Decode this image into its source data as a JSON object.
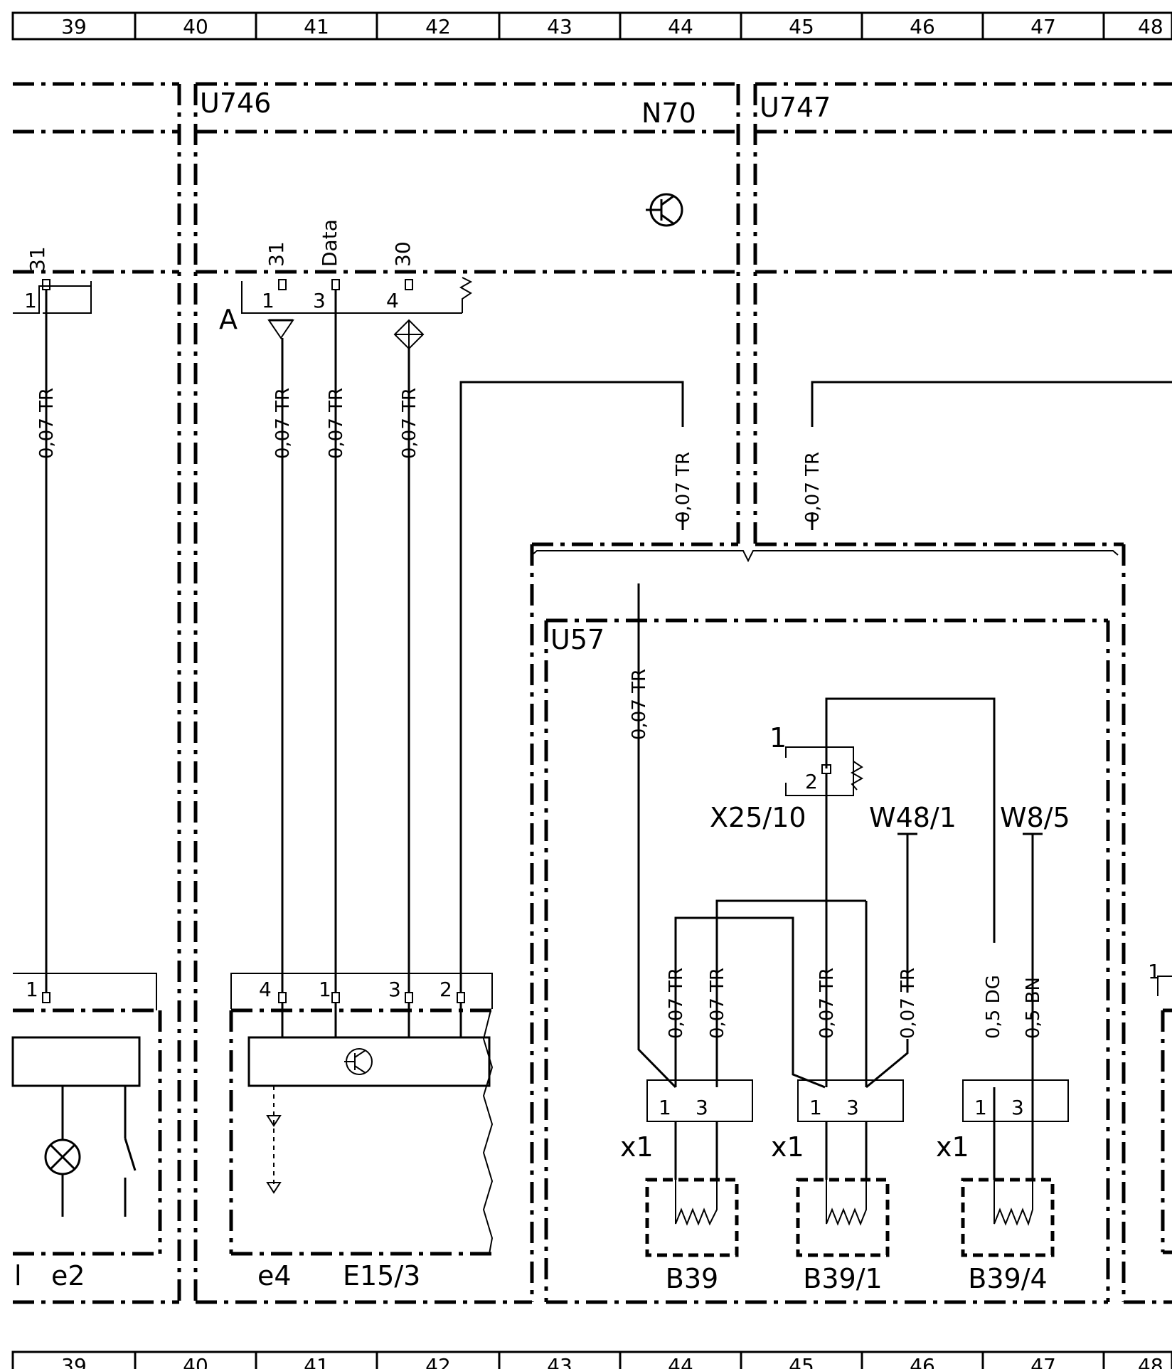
{
  "grid": [
    "39",
    "40",
    "41",
    "42",
    "43",
    "44",
    "45",
    "46",
    "47",
    "48"
  ],
  "modules": {
    "u746": "U746",
    "n70": "N70",
    "u747": "U747",
    "u57": "U57"
  },
  "pins_top": {
    "p31a": "31",
    "p31b": "31",
    "pdata": "Data",
    "p30": "30",
    "n1a": "1",
    "n1b": "1",
    "n3": "3",
    "n4": "4",
    "a": "A"
  },
  "wires": {
    "w1": "0,07  TR",
    "w2": "0,07  TR",
    "w3": "0,07  TR",
    "w4": "0,07  TR",
    "w5": "0,07  TR",
    "w6": "0,07  TR",
    "w7": "0,07  TR",
    "w8": "0,07  TR",
    "w9": "0,07  TR",
    "w10": "0,07  TR",
    "w11": "0,07  TR",
    "w12": "0,5  DG",
    "w13": "0,5  BN"
  },
  "connectors": {
    "x25": "X25/10",
    "x25_pin2": "2",
    "x25_pin1": "1",
    "w48": "W48/1",
    "w8": "W8/5",
    "x1a": "x1",
    "x1b": "x1",
    "x1c": "x1",
    "b39_p1": "1",
    "b39_p3": "3",
    "b391_p1": "1",
    "b391_p3": "3",
    "b394_p1": "1",
    "b394_p3": "3"
  },
  "lower_pins": {
    "e2_p1": "1",
    "e4_p4": "4",
    "e4_p1": "1",
    "e4_p3": "3",
    "e4_p2": "2",
    "right_p1": "1"
  },
  "components": {
    "e2": "e2",
    "e2_prefix": "l",
    "e4": "e4",
    "e15": "E15/3",
    "b39": "B39",
    "b391": "B39/1",
    "b394": "B39/4"
  }
}
